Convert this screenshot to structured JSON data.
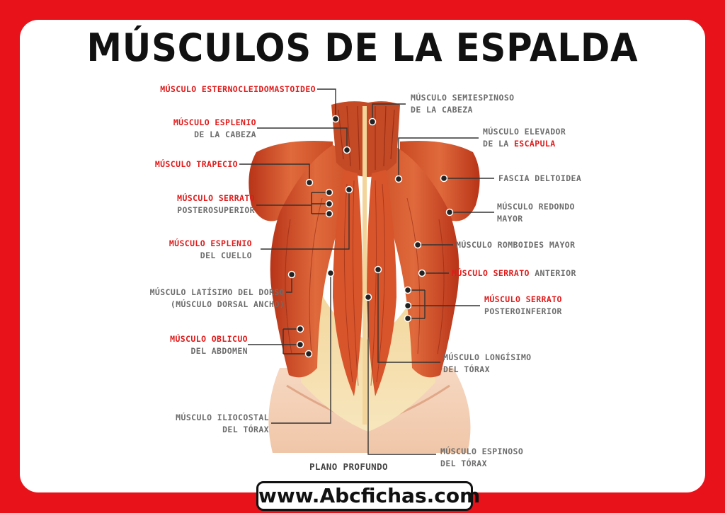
{
  "title": "MÚSCULOS DE LA ESPALDA",
  "website": "www.Abcfichas.com",
  "colors": {
    "frame": "#e8121b",
    "highlight": "#e01a1a",
    "label": "#6c6c6c",
    "muscle": "#c84020"
  },
  "labels_left": [
    {
      "red": "MÚSCULO ESTERNOCLEIDOMASTOIDEO",
      "gray": ""
    },
    {
      "red": "MÚSCULO ESPLENIO",
      "gray": "DE LA CABEZA"
    },
    {
      "red": "MÚSCULO TRAPECIO",
      "gray": ""
    },
    {
      "red": "MÚSCULO SERRATO",
      "gray": "POSTEROSUPERIOR"
    },
    {
      "red": "MÚSCULO ESPLENIO",
      "gray": "DEL CUELLO"
    },
    {
      "gray1": "MÚSCULO LATÍSIMO DEL DORSO",
      "gray2": "(MÚSCULO DORSAL ANCHO)"
    },
    {
      "red": "MÚSCULO OBLICUO",
      "gray": "DEL ABDOMEN"
    },
    {
      "gray1": "MÚSCULO ILIOCOSTAL",
      "gray2": "DEL TÓRAX"
    }
  ],
  "labels_right": [
    {
      "gray1": "MÚSCULO SEMIESPINOSO",
      "gray2": "DE LA CABEZA"
    },
    {
      "gray1": "MÚSCULO ELEVADOR",
      "gray2a": "DE LA",
      "red": "ESCÁPULA"
    },
    {
      "gray1": "FASCIA DELTOIDEA"
    },
    {
      "gray1": "MÚSCULO REDONDO",
      "gray2": "MAYOR"
    },
    {
      "gray1": "MÚSCULO ROMBOIDES MAYOR"
    },
    {
      "red": "MÚSCULO SERRATO",
      "gray": "ANTERIOR"
    },
    {
      "red": "MÚSCULO SERRATO",
      "gray": "POSTEROINFERIOR"
    },
    {
      "gray1": "MÚSCULO LONGÍSIMO",
      "gray2": "DEL TÓRAX"
    },
    {
      "gray1": "MÚSCULO ESPINOSO",
      "gray2": "DEL TÓRAX"
    }
  ],
  "bottom_label": "PLANO PROFUNDO"
}
